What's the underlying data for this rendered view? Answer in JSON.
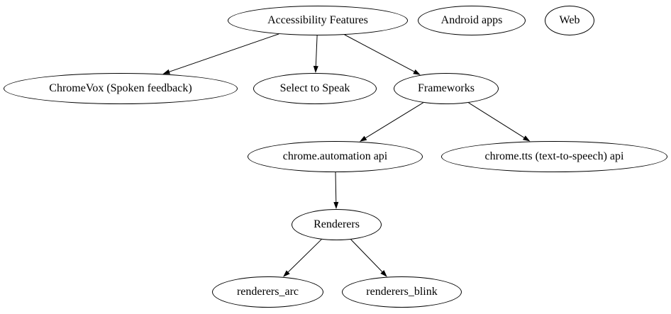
{
  "diagram": {
    "type": "directed-graph",
    "title": "",
    "colors": {
      "background": "#ffffff",
      "node_fill": "#ffffff",
      "node_stroke": "#000000",
      "edge_stroke": "#000000",
      "text": "#000000"
    },
    "nodes": [
      {
        "id": "accessibility-features",
        "label": "Accessibility Features"
      },
      {
        "id": "android-apps",
        "label": "Android apps"
      },
      {
        "id": "web",
        "label": "Web"
      },
      {
        "id": "chromevox",
        "label": "ChromeVox (Spoken feedback)"
      },
      {
        "id": "select-to-speak",
        "label": "Select to Speak"
      },
      {
        "id": "frameworks",
        "label": "Frameworks"
      },
      {
        "id": "chrome-automation-api",
        "label": "chrome.automation api"
      },
      {
        "id": "chrome-tts-api",
        "label": "chrome.tts (text-to-speech) api"
      },
      {
        "id": "renderers",
        "label": "Renderers"
      },
      {
        "id": "renderers-arc",
        "label": "renderers_arc"
      },
      {
        "id": "renderers-blink",
        "label": "renderers_blink"
      }
    ],
    "edges": [
      {
        "from": "accessibility-features",
        "to": "chromevox"
      },
      {
        "from": "accessibility-features",
        "to": "select-to-speak"
      },
      {
        "from": "accessibility-features",
        "to": "frameworks"
      },
      {
        "from": "frameworks",
        "to": "chrome-automation-api"
      },
      {
        "from": "frameworks",
        "to": "chrome-tts-api"
      },
      {
        "from": "chrome-automation-api",
        "to": "renderers"
      },
      {
        "from": "renderers",
        "to": "renderers-arc"
      },
      {
        "from": "renderers",
        "to": "renderers-blink"
      }
    ]
  }
}
